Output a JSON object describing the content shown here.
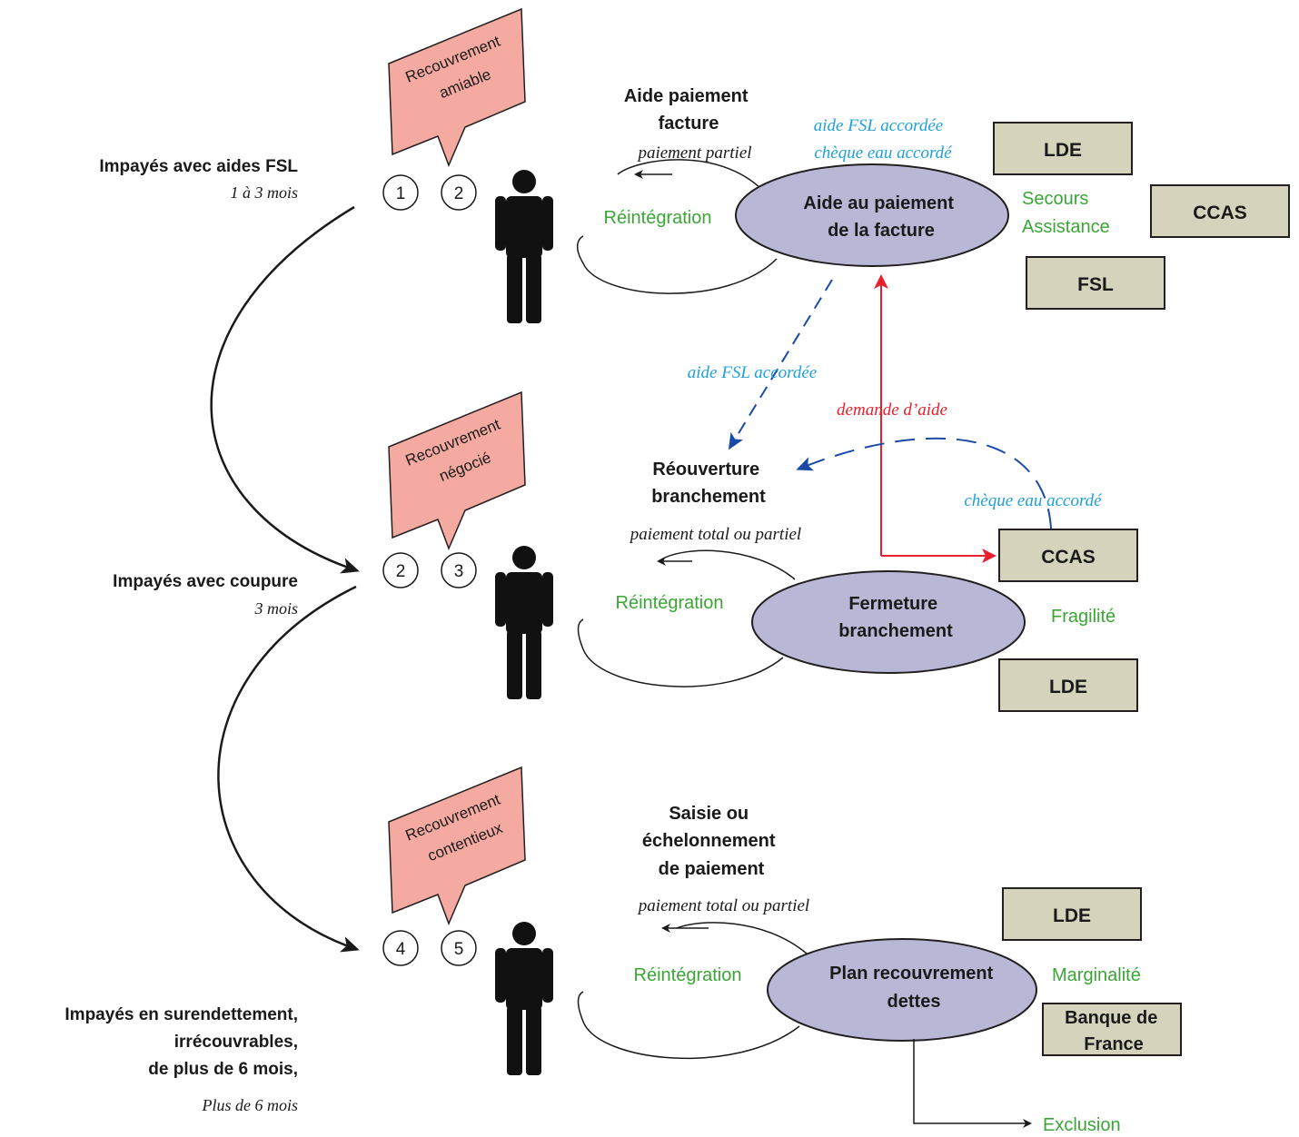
{
  "colors": {
    "bubble_fill": "#f4aaa0",
    "ellipse_fill": "#b8b8d6",
    "box_fill": "#d6d3bd",
    "green_text": "#3aa635",
    "blue_text": "#1ea0dc",
    "red_text": "#e8202e",
    "dashed_arrow": "#1a4aa8"
  },
  "stages": [
    {
      "title": "Impayés avec aides FSL",
      "duration": "1 à 3 mois",
      "bubble": [
        "Recouvrement",
        "amiable"
      ],
      "numbers": [
        "1",
        "2"
      ],
      "action": [
        "Aide paiement",
        "facture"
      ],
      "payment": "paiement partiel",
      "reintegration": "Réintégration",
      "ellipse": [
        "Aide au paiement",
        "de la facture"
      ],
      "aid_notes": [
        "aide FSL accordée",
        "chèque eau accordé"
      ],
      "green_notes": [
        "Secours",
        "Assistance"
      ],
      "boxes": [
        "LDE",
        "CCAS",
        "FSL"
      ]
    },
    {
      "title": "Impayés avec coupure",
      "duration": "3 mois",
      "bubble": [
        "Recouvrement",
        "négocié"
      ],
      "numbers": [
        "2",
        "3"
      ],
      "action": [
        "Réouverture",
        "branchement"
      ],
      "payment": "paiement total ou partiel",
      "reintegration": "Réintégration",
      "ellipse": [
        "Fermeture",
        "branchement"
      ],
      "green_note": "Fragilité",
      "boxes": [
        "CCAS",
        "LDE"
      ]
    },
    {
      "title_lines": [
        "Impayés en surendettement,",
        "irrécouvrables,",
        "de plus de 6 mois,"
      ],
      "duration": "Plus de 6 mois",
      "bubble": [
        "Recouvrement",
        "contentieux"
      ],
      "numbers": [
        "4",
        "5"
      ],
      "action": [
        "Saisie ou",
        "échelonnement",
        "de paiement"
      ],
      "payment": "paiement total ou partiel",
      "reintegration": "Réintégration",
      "ellipse": [
        "Plan recouvrement",
        "dettes"
      ],
      "green_note": "Marginalité",
      "boxes": [
        "LDE"
      ],
      "bank_box": [
        "Banque de",
        "France"
      ],
      "exclusion": "Exclusion"
    }
  ],
  "links": {
    "fsl_to_reopening": "aide FSL accordée",
    "aid_request": "demande d’aide",
    "ccas_cheque": "chèque eau accordé"
  }
}
